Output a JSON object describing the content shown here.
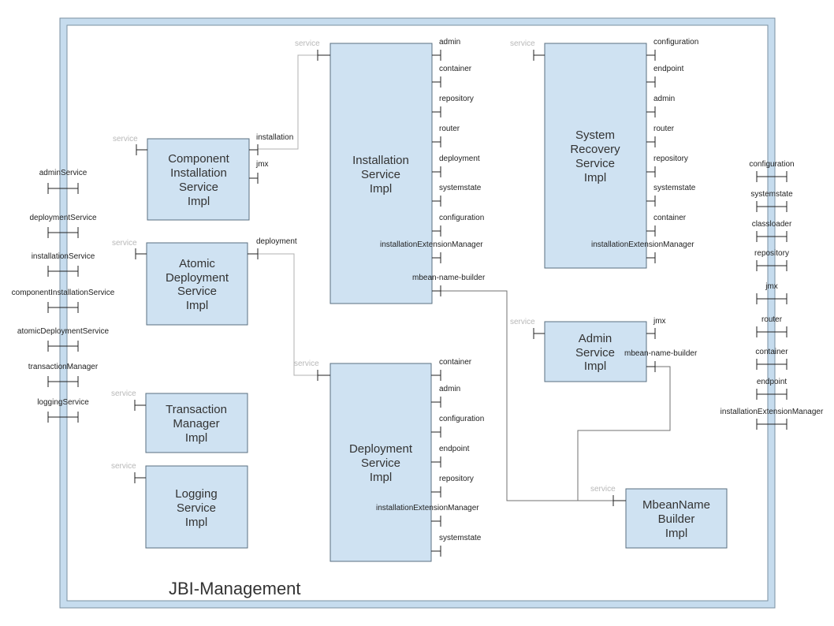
{
  "frame": {
    "title": "JBI-Management"
  },
  "service_label": "service",
  "components": {
    "component_installation": {
      "lines": [
        "Component",
        "Installation",
        "Service",
        "Impl"
      ],
      "ports": [
        "installation",
        "jmx"
      ]
    },
    "atomic_deployment": {
      "lines": [
        "Atomic",
        "Deployment",
        "Service",
        "Impl"
      ],
      "ports": [
        "deployment"
      ]
    },
    "transaction_manager": {
      "lines": [
        "Transaction",
        "Manager",
        "Impl"
      ]
    },
    "logging": {
      "lines": [
        "Logging",
        "Service",
        "Impl"
      ]
    },
    "installation_service": {
      "lines": [
        "Installation",
        "Service",
        "Impl"
      ],
      "ports": [
        "admin",
        "container",
        "repository",
        "router",
        "deployment",
        "systemstate",
        "configuration",
        "installationExtensionManager",
        "mbean-name-builder"
      ]
    },
    "deployment_service": {
      "lines": [
        "Deployment",
        "Service",
        "Impl"
      ],
      "ports": [
        "container",
        "admin",
        "configuration",
        "endpoint",
        "repository",
        "installationExtensionManager",
        "systemstate"
      ]
    },
    "system_recovery": {
      "lines": [
        "System",
        "Recovery",
        "Service",
        "Impl"
      ],
      "ports": [
        "configuration",
        "endpoint",
        "admin",
        "router",
        "repository",
        "systemstate",
        "container",
        "installationExtensionManager"
      ]
    },
    "admin_service": {
      "lines": [
        "Admin",
        "Service",
        "Impl"
      ],
      "ports": [
        "jmx",
        "mbean-name-builder"
      ]
    },
    "mbean_name_builder": {
      "lines": [
        "MbeanName",
        "Builder",
        "Impl"
      ]
    }
  },
  "left_ports": [
    "adminService",
    "deploymentService",
    "installationService",
    "componentInstallationService",
    "atomicDeploymentService",
    "transactionManager",
    "loggingService"
  ],
  "right_ports": [
    "configuration",
    "systemstate",
    "classloader",
    "repository",
    "jmx",
    "router",
    "container",
    "endpoint",
    "installationExtensionManager"
  ]
}
